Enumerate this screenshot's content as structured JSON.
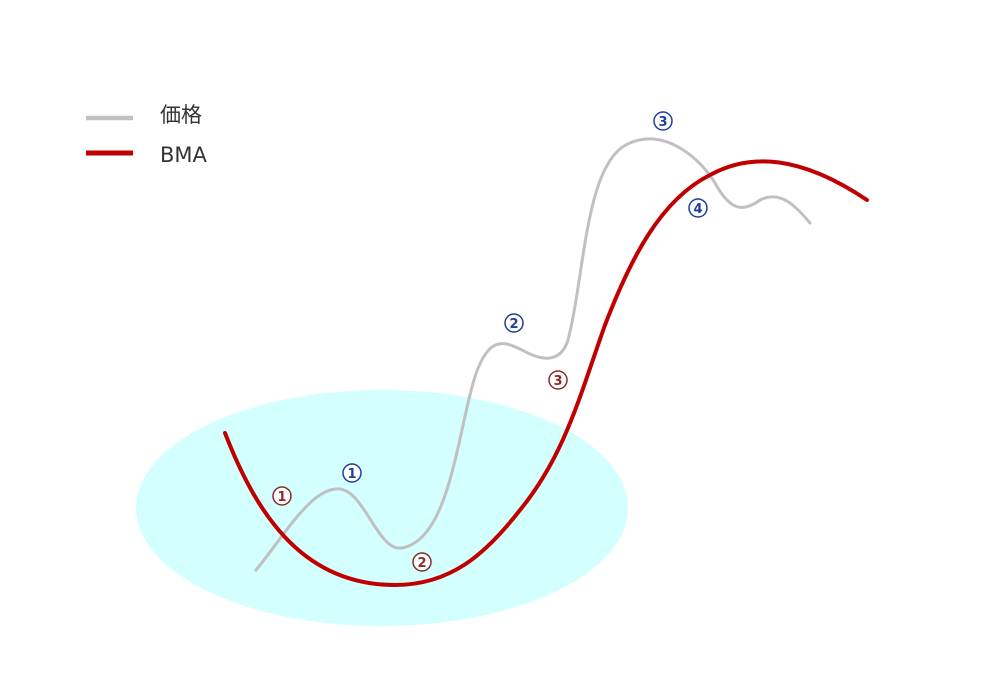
{
  "legend": {
    "price_label": "価格",
    "bma_label": "BMA"
  },
  "markers": {
    "price": [
      "1",
      "2",
      "3",
      "4"
    ],
    "bma": [
      "1",
      "2",
      "3"
    ]
  },
  "colors": {
    "price_line": "#c0c0c0",
    "bma_line": "#c00000",
    "highlight_area": "#d3ffff",
    "price_marker": "#1f3f99",
    "bma_marker": "#8b2a2a"
  }
}
